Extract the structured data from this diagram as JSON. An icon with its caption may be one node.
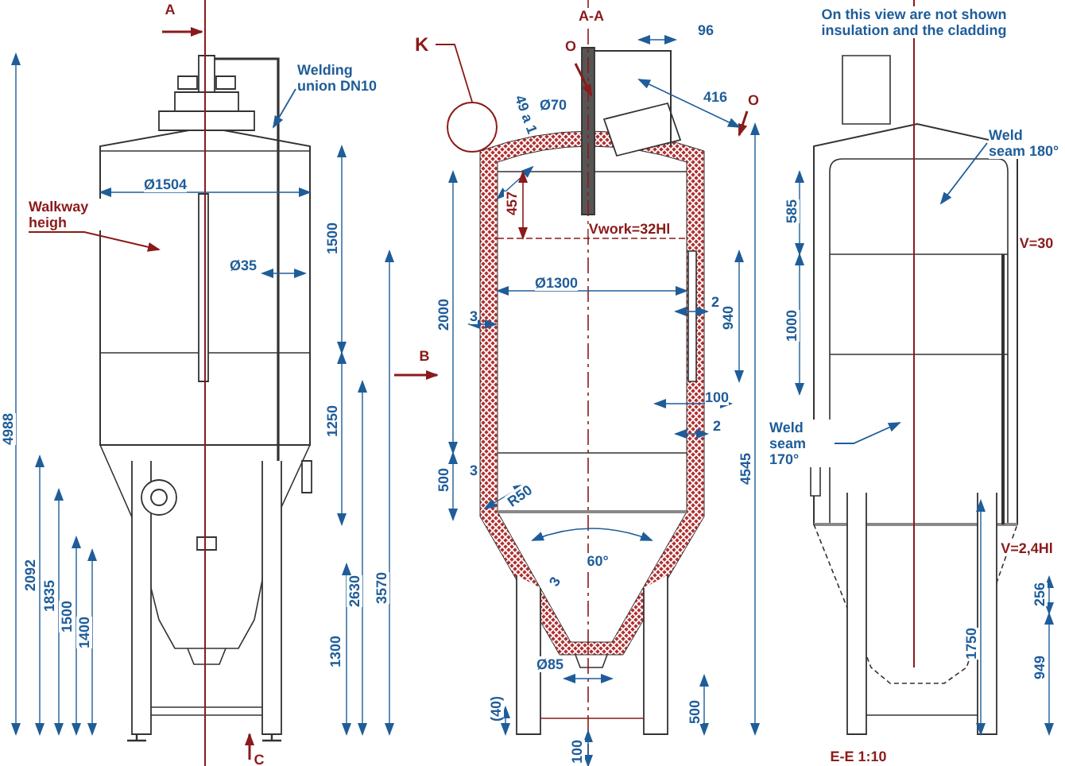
{
  "diagram": {
    "nodes": [
      {
        "text": [
          "Welding union DN10"
        ]
      },
      {
        "text": [
          "Walkway heigh"
        ]
      },
      {
        "text": [
          "K"
        ]
      },
      {
        "text": [],
        "shape": "circle"
      },
      {
        "text": [
          "Weld seam 180°"
        ]
      },
      {
        "text": [
          "Weld seam 170°"
        ]
      }
    ],
    "edges": [
      {
        "from": 0,
        "to": null,
        "arrow": "to"
      },
      {
        "from": 1,
        "to": null,
        "arrow": "to",
        "color": "#8b1a1a"
      },
      {
        "from": 2,
        "to": 3,
        "arrow": "none",
        "color": "#8b1a1a"
      },
      {
        "from": 4,
        "to": null,
        "arrow": "to"
      },
      {
        "from": 5,
        "to": null,
        "arrow": "to"
      }
    ],
    "labels": [
      "A",
      "A-A",
      "On this view are not shown insulation and the cladding",
      "96",
      "O",
      "49 a 1",
      "Ø70",
      "416",
      "O",
      "Ø1504",
      "585",
      "457",
      "Vwork=32Hl",
      "1500",
      "Ø35",
      "V=30",
      "Ø1300",
      "2",
      "940",
      "2000",
      "1000",
      "3",
      "B",
      "100",
      "2",
      "4988",
      "1250",
      "4545",
      "500",
      "3",
      "R50",
      "60°",
      "V=2,4Hl",
      "3",
      "2092",
      "1835",
      "1500",
      "1400",
      "2630",
      "3570",
      "256",
      "1750",
      "1300",
      "Ø85",
      "(40)",
      "500",
      "949",
      "100",
      "C",
      "E-E 1:10"
    ]
  }
}
